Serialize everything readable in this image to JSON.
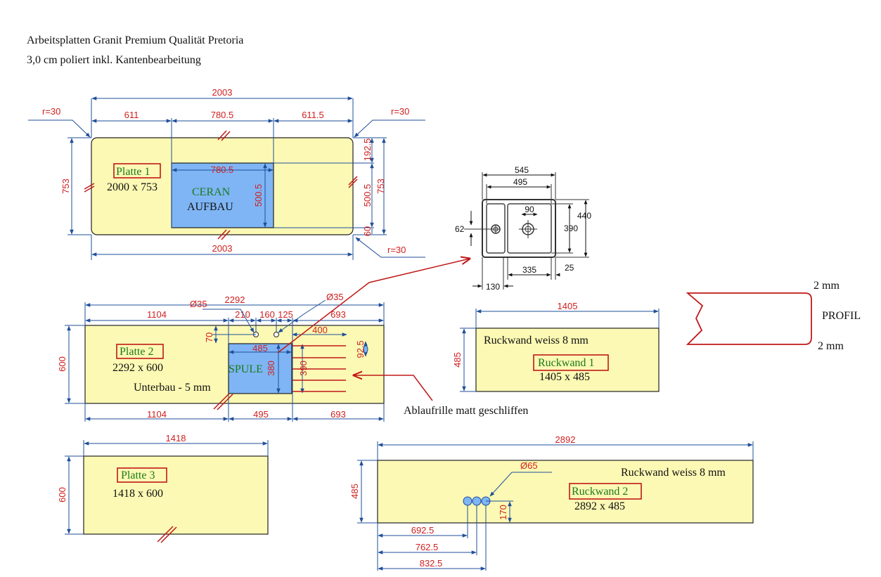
{
  "header": {
    "line1": "Arbeitsplatten Granit Premium Qualität Pretoria",
    "line2": "3,0 cm poliert inkl. Kantenbearbeitung"
  },
  "plate1": {
    "label": "Platte 1",
    "size": "2000 x 753",
    "cutout_line1": "CERAN",
    "cutout_line2": "AUFBAU",
    "dims": {
      "top_total": "2003",
      "top_left": "611",
      "top_mid": "780.5",
      "top_right": "611.5",
      "cutout_width": "780.5",
      "cutout_height": "500.5",
      "right_top": "192.5",
      "right_mid": "500.5",
      "right_bottom": "60",
      "height_left": "753",
      "height_right": "753",
      "bottom_total": "2003",
      "radius_tl": "r=30",
      "radius_tr": "r=30",
      "radius_br": "r=30"
    }
  },
  "plate2": {
    "label": "Platte 2",
    "size": "2292 x 600",
    "note": "Unterbau - 5 mm",
    "cutout_label": "SPULE",
    "dims": {
      "total": "2292",
      "d1104": "1104",
      "d210": "210",
      "d160": "160",
      "d125": "125",
      "d693": "693",
      "hole_left": "Ø35",
      "hole_right": "Ø35",
      "d400": "400",
      "d70": "70",
      "sink_width": "485",
      "sink_h1": "380",
      "sink_h2": "390",
      "d92_5": "92.5",
      "height": "600",
      "bottom_1104": "1104",
      "bottom_495": "495",
      "bottom_693": "693"
    }
  },
  "plate3": {
    "label": "Platte 3",
    "size": "1418 x 600",
    "dims": {
      "width": "1418",
      "height": "600"
    }
  },
  "backwall1": {
    "label": "Ruckwand 1",
    "note": "Ruckwand weiss 8 mm",
    "size": "1405 x 485",
    "dims": {
      "width": "1405",
      "height": "485"
    }
  },
  "backwall2": {
    "label": "Ruckwand 2",
    "note": "Ruckwand weiss 8 mm",
    "size": "2892 x 485",
    "dims": {
      "width": "2892",
      "height": "485",
      "hole": "Ø65",
      "hole_height": "170",
      "d692_5": "692.5",
      "d762_5": "762.5",
      "d832_5": "832.5"
    }
  },
  "drain_note": "Ablaufrille matt geschliffen",
  "sink_drawing": {
    "d545": "545",
    "d495": "495",
    "d90": "90",
    "d440": "440",
    "d390": "390",
    "d62": "62",
    "d335": "335",
    "d25": "25",
    "d130": "130"
  },
  "profile": {
    "label": "PROFIL",
    "top": "2 mm",
    "bottom": "2 mm"
  },
  "colors": {
    "panel": "#fcf9b4",
    "cutout": "#7fb5f5",
    "dimension_text": "#d02020",
    "dimension_line": "#1f4f9a",
    "label_green": "#1a7a1a",
    "label_box": "#c01818"
  }
}
